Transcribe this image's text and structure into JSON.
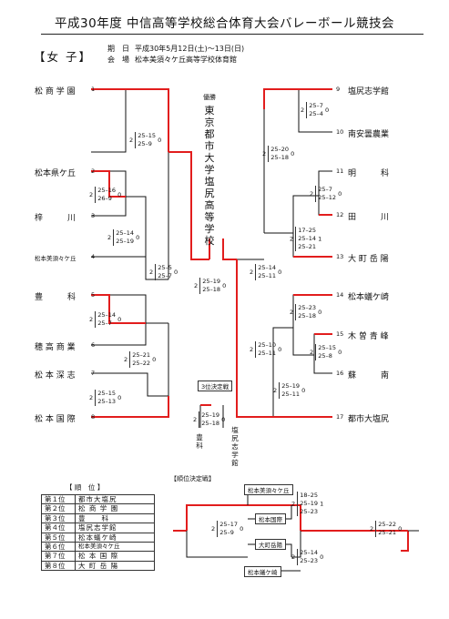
{
  "title": "平成30年度 中信高等学校総合体育大会バレーボール競技会",
  "division": "【女 子】",
  "info": {
    "date_label": "期　日",
    "date_value": "平成30年5月12日(土)～13日(日)",
    "venue_label": "会　場",
    "venue_value": "松本美須々ケ丘高等学校体育館"
  },
  "left_teams": [
    {
      "no": "1",
      "name": "松 商 学 園"
    },
    {
      "no": "2",
      "name": "松本県ケ丘"
    },
    {
      "no": "3",
      "name": "梓　　　川"
    },
    {
      "no": "4",
      "name": "松本美須々ケ丘"
    },
    {
      "no": "5",
      "name": "豊　　　科"
    },
    {
      "no": "6",
      "name": "穂 高 商 業"
    },
    {
      "no": "7",
      "name": "松 本 深 志"
    },
    {
      "no": "8",
      "name": "松 本 国 際"
    }
  ],
  "right_teams": [
    {
      "no": "9",
      "name": "塩尻志学館"
    },
    {
      "no": "10",
      "name": "南安曇農業"
    },
    {
      "no": "11",
      "name": "明　　　科"
    },
    {
      "no": "12",
      "name": "田　　　川"
    },
    {
      "no": "13",
      "name": "大 町 岳 陽"
    },
    {
      "no": "14",
      "name": "松本蟻ケ崎"
    },
    {
      "no": "15",
      "name": "木 曽 青 峰"
    },
    {
      "no": "16",
      "name": "蘇　　　南"
    },
    {
      "no": "17",
      "name": "都市大塩尻"
    }
  ],
  "scores": {
    "l_r1_1": {
      "a": "2",
      "sets": "25–15\n25–9",
      "b": "0"
    },
    "l_r1_2": {
      "a": "2",
      "sets": "25–16\n26–9",
      "b": "0"
    },
    "l_r1_3": {
      "a": "2",
      "sets": "25–14\n25–19",
      "b": "0"
    },
    "l_r2_1": {
      "a": "2",
      "sets": "25–5\n25–7",
      "b": "0"
    },
    "l_r1_4": {
      "a": "2",
      "sets": "25–14\n25–7",
      "b": "0"
    },
    "l_r1_5": {
      "a": "2",
      "sets": "25–21\n25–22",
      "b": "0"
    },
    "l_r1_6": {
      "a": "2",
      "sets": "25–15\n25–13",
      "b": "0"
    },
    "l_sf": {
      "a": "2",
      "sets": "25–19\n25–18",
      "b": "0"
    },
    "r_r1_1": {
      "a": "2",
      "sets": "25–7\n25–4",
      "b": "0"
    },
    "r_r1_2": {
      "a": "2",
      "sets": "25–20\n25–18",
      "b": "0"
    },
    "r_r1_3": {
      "a": "2",
      "sets": "25–7\n25–12",
      "b": "0"
    },
    "r_r1_4": {
      "a": "2",
      "sets": "17–25\n25–14\n25–21",
      "b": "1"
    },
    "r_r2_1": {
      "a": "2",
      "sets": "25–14\n25–11",
      "b": "0"
    },
    "r_r1_5": {
      "a": "2",
      "sets": "25–23\n25–18",
      "b": "0"
    },
    "r_r1_6": {
      "a": "2",
      "sets": "25–15\n25–8",
      "b": "0"
    },
    "r_r1_7": {
      "a": "2",
      "sets": "25–19\n25–11",
      "b": "0"
    },
    "r_sf": {
      "a": "2",
      "sets": "25–10\n25–11",
      "b": "0"
    },
    "third": {
      "a": "2",
      "sets": "25–19\n25–18",
      "b": "0"
    }
  },
  "champion": {
    "label": "優勝",
    "name": "東京都市大学塩尻高等学校"
  },
  "third_place": {
    "label": "3位決定戦",
    "team_a": "豊　科",
    "team_b": "塩尻志学館"
  },
  "ranking": {
    "title": "【 順　位 】",
    "rows": [
      {
        "rank": "第１位",
        "team": "都市大塩尻"
      },
      {
        "rank": "第２位",
        "team": "松 商 学 園"
      },
      {
        "rank": "第３位",
        "team": "豊　　科"
      },
      {
        "rank": "第４位",
        "team": "塩尻志学館"
      },
      {
        "rank": "第５位",
        "team": "松本蟻ケ崎"
      },
      {
        "rank": "第６位",
        "team": "松本美須々ケ丘"
      },
      {
        "rank": "第７位",
        "team": "松 本 国 際"
      },
      {
        "rank": "第８位",
        "team": "大 町 岳 陽"
      }
    ]
  },
  "placement": {
    "title": "【順位決定戦】",
    "teams": [
      "松本美須々ケ丘",
      "松本国際",
      "大町岳陽",
      "松本蟻ケ崎"
    ],
    "s1": {
      "a": "2",
      "sets": "18–25\n25–19\n25–23",
      "b": "1"
    },
    "s2": {
      "a": "2",
      "sets": "25–14\n25–23",
      "b": "0"
    },
    "s5": {
      "a": "2",
      "sets": "25–17\n25–9",
      "b": "0"
    },
    "s7": {
      "a": "2",
      "sets": "25–22\n25–21",
      "b": "0"
    }
  }
}
